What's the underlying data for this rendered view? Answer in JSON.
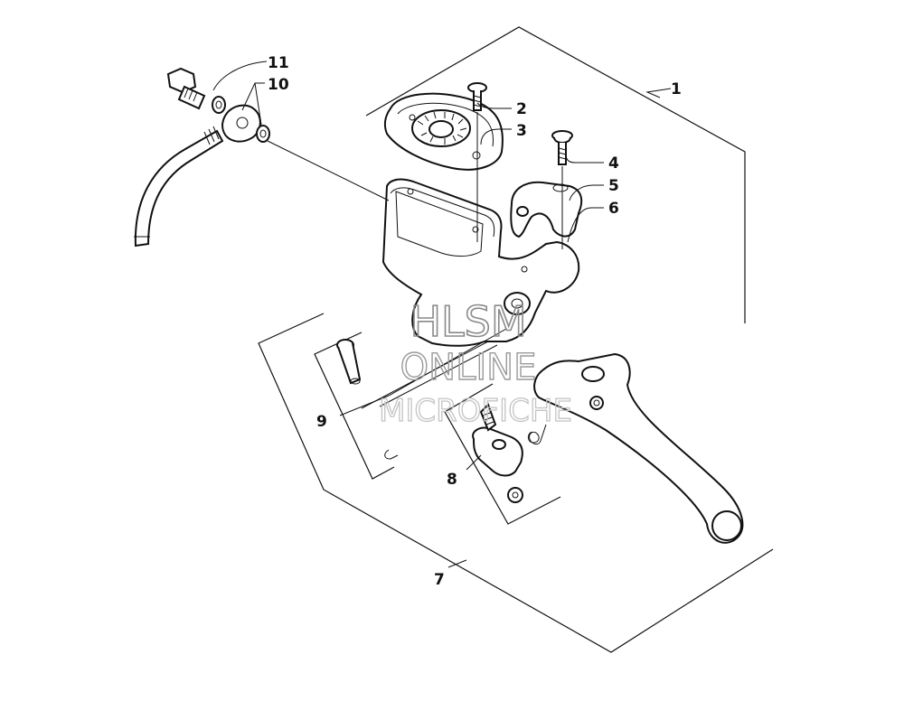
{
  "diagram": {
    "callouts": [
      {
        "id": "c1",
        "label": "1"
      },
      {
        "id": "c2",
        "label": "2"
      },
      {
        "id": "c3",
        "label": "3"
      },
      {
        "id": "c4",
        "label": "4"
      },
      {
        "id": "c5",
        "label": "5"
      },
      {
        "id": "c6",
        "label": "6"
      },
      {
        "id": "c7",
        "label": "7"
      },
      {
        "id": "c8",
        "label": "8"
      },
      {
        "id": "c9",
        "label": "9"
      },
      {
        "id": "c10",
        "label": "10"
      },
      {
        "id": "c11",
        "label": "11"
      }
    ],
    "watermark": {
      "line1": "HLSM",
      "line2": "ONLINE",
      "line3": "MICROFICHE"
    }
  }
}
